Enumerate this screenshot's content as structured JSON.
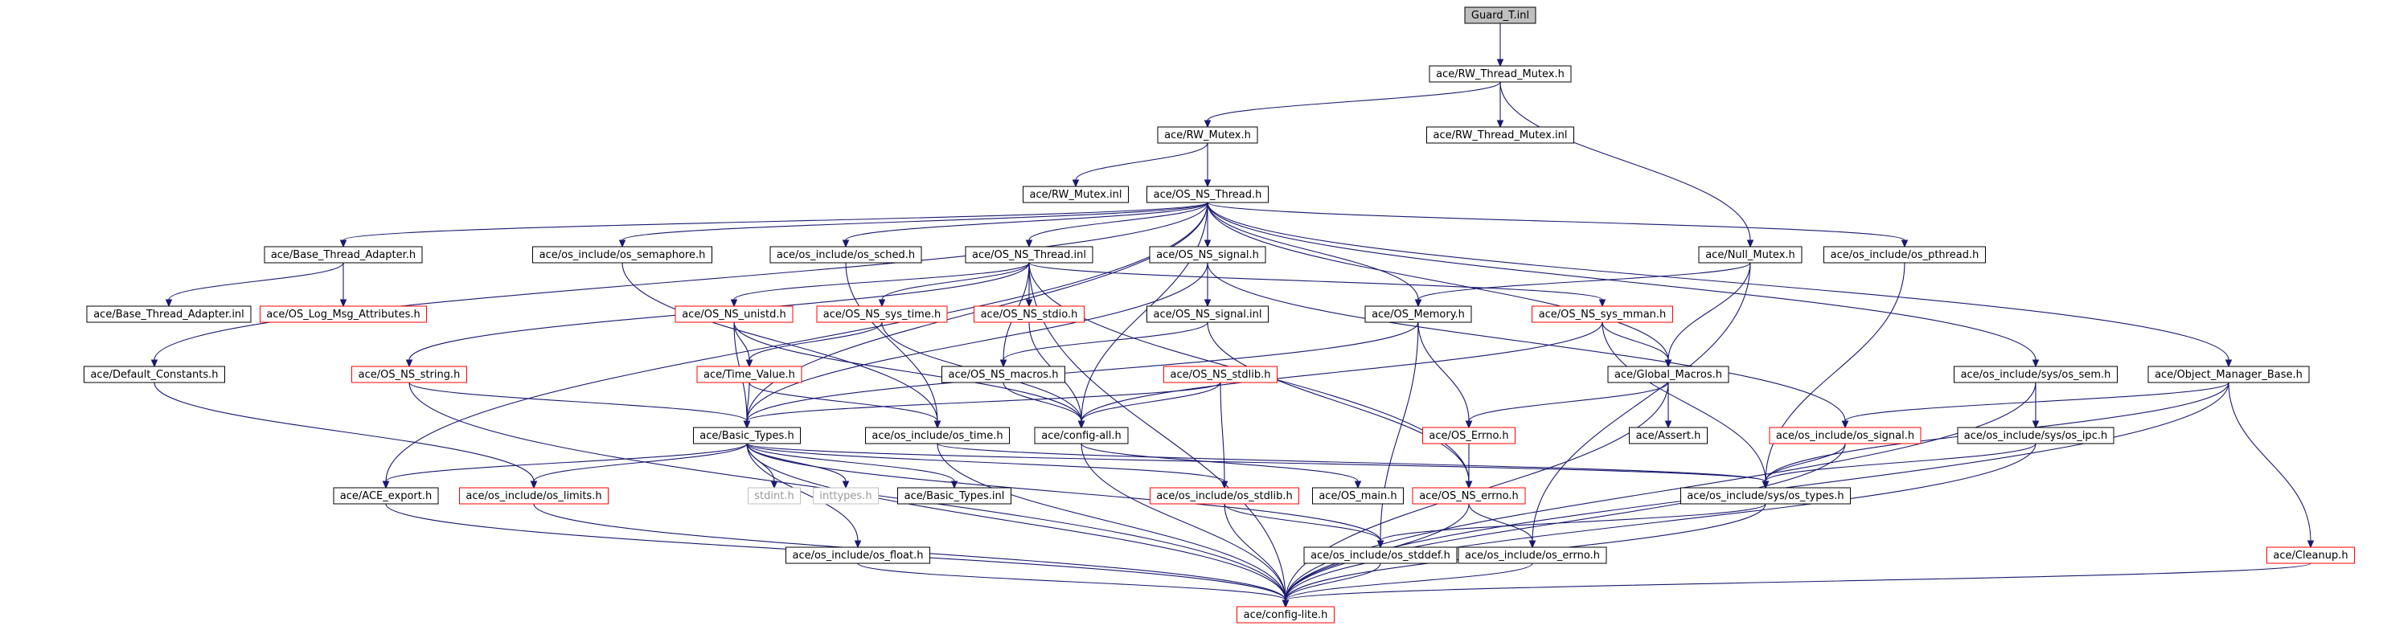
{
  "colors": {
    "edge": "#191970",
    "node_border_default": "#000000",
    "node_border_incomplete": "#ff0000",
    "node_border_external": "#bfbfbf",
    "root_fill": "#bfbfbf",
    "node_fill": "#ffffff"
  },
  "nodes": [
    {
      "id": "guard_t_inl",
      "label": "Guard_T.inl",
      "kind": "root"
    },
    {
      "id": "rw_thread_mutex_h",
      "label": "ace/RW_Thread_Mutex.h",
      "kind": "default"
    },
    {
      "id": "rw_mutex_h",
      "label": "ace/RW_Mutex.h",
      "kind": "default"
    },
    {
      "id": "rw_thread_mutex_inl",
      "label": "ace/RW_Thread_Mutex.inl",
      "kind": "default"
    },
    {
      "id": "rw_mutex_inl",
      "label": "ace/RW_Mutex.inl",
      "kind": "default"
    },
    {
      "id": "os_ns_thread_h",
      "label": "ace/OS_NS_Thread.h",
      "kind": "default"
    },
    {
      "id": "base_thread_adapter_h",
      "label": "ace/Base_Thread_Adapter.h",
      "kind": "default"
    },
    {
      "id": "os_semaphore_h",
      "label": "ace/os_include/os_semaphore.h",
      "kind": "default"
    },
    {
      "id": "os_sched_h",
      "label": "ace/os_include/os_sched.h",
      "kind": "default"
    },
    {
      "id": "os_ns_thread_inl",
      "label": "ace/OS_NS_Thread.inl",
      "kind": "default"
    },
    {
      "id": "os_ns_signal_h",
      "label": "ace/OS_NS_signal.h",
      "kind": "default"
    },
    {
      "id": "os_pthread_h",
      "label": "ace/os_include/os_pthread.h",
      "kind": "default"
    },
    {
      "id": "null_mutex_h",
      "label": "ace/Null_Mutex.h",
      "kind": "default"
    },
    {
      "id": "base_thread_adapter_inl",
      "label": "ace/Base_Thread_Adapter.inl",
      "kind": "default"
    },
    {
      "id": "os_log_msg_attributes_h",
      "label": "ace/OS_Log_Msg_Attributes.h",
      "kind": "incomplete"
    },
    {
      "id": "os_ns_unistd_h",
      "label": "ace/OS_NS_unistd.h",
      "kind": "incomplete"
    },
    {
      "id": "os_ns_sys_time_h",
      "label": "ace/OS_NS_sys_time.h",
      "kind": "incomplete"
    },
    {
      "id": "os_ns_stdio_h",
      "label": "ace/OS_NS_stdio.h",
      "kind": "incomplete"
    },
    {
      "id": "os_ns_signal_inl",
      "label": "ace/OS_NS_signal.inl",
      "kind": "default"
    },
    {
      "id": "os_memory_h",
      "label": "ace/OS_Memory.h",
      "kind": "default"
    },
    {
      "id": "os_ns_sys_mman_h",
      "label": "ace/OS_NS_sys_mman.h",
      "kind": "incomplete"
    },
    {
      "id": "default_constants_h",
      "label": "ace/Default_Constants.h",
      "kind": "default"
    },
    {
      "id": "os_ns_string_h",
      "label": "ace/OS_NS_string.h",
      "kind": "incomplete"
    },
    {
      "id": "time_value_h",
      "label": "ace/Time_Value.h",
      "kind": "incomplete"
    },
    {
      "id": "os_ns_macros_h",
      "label": "ace/OS_NS_macros.h",
      "kind": "default"
    },
    {
      "id": "os_ns_stdlib_h",
      "label": "ace/OS_NS_stdlib.h",
      "kind": "incomplete"
    },
    {
      "id": "global_macros_h",
      "label": "ace/Global_Macros.h",
      "kind": "default"
    },
    {
      "id": "os_sem_h",
      "label": "ace/os_include/sys/os_sem.h",
      "kind": "default"
    },
    {
      "id": "object_manager_base_h",
      "label": "ace/Object_Manager_Base.h",
      "kind": "default"
    },
    {
      "id": "basic_types_h",
      "label": "ace/Basic_Types.h",
      "kind": "default"
    },
    {
      "id": "os_time_h",
      "label": "ace/os_include/os_time.h",
      "kind": "default"
    },
    {
      "id": "config_all_h",
      "label": "ace/config-all.h",
      "kind": "default"
    },
    {
      "id": "os_errno_h",
      "label": "ace/OS_Errno.h",
      "kind": "incomplete"
    },
    {
      "id": "assert_h",
      "label": "ace/Assert.h",
      "kind": "default"
    },
    {
      "id": "os_signal_h",
      "label": "ace/os_include/os_signal.h",
      "kind": "incomplete"
    },
    {
      "id": "os_ipc_h",
      "label": "ace/os_include/sys/os_ipc.h",
      "kind": "default"
    },
    {
      "id": "ace_export_h",
      "label": "ace/ACE_export.h",
      "kind": "default"
    },
    {
      "id": "os_limits_h",
      "label": "ace/os_include/os_limits.h",
      "kind": "incomplete"
    },
    {
      "id": "stdint_h",
      "label": "stdint.h",
      "kind": "external"
    },
    {
      "id": "inttypes_h",
      "label": "inttypes.h",
      "kind": "external"
    },
    {
      "id": "basic_types_inl",
      "label": "ace/Basic_Types.inl",
      "kind": "default"
    },
    {
      "id": "os_stdlib_h",
      "label": "ace/os_include/os_stdlib.h",
      "kind": "incomplete"
    },
    {
      "id": "os_main_h",
      "label": "ace/OS_main.h",
      "kind": "default"
    },
    {
      "id": "os_ns_errno_h",
      "label": "ace/OS_NS_errno.h",
      "kind": "incomplete"
    },
    {
      "id": "sys_os_types_h",
      "label": "ace/os_include/sys/os_types.h",
      "kind": "default"
    },
    {
      "id": "os_float_h",
      "label": "ace/os_include/os_float.h",
      "kind": "default"
    },
    {
      "id": "os_stddef_h",
      "label": "ace/os_include/os_stddef.h",
      "kind": "default"
    },
    {
      "id": "os_errno_inc_h",
      "label": "ace/os_include/os_errno.h",
      "kind": "default"
    },
    {
      "id": "cleanup_h",
      "label": "ace/Cleanup.h",
      "kind": "incomplete"
    },
    {
      "id": "config_lite_h",
      "label": "ace/config-lite.h",
      "kind": "incomplete"
    }
  ],
  "edges": [
    [
      "guard_t_inl",
      "rw_thread_mutex_h"
    ],
    [
      "rw_thread_mutex_h",
      "rw_mutex_h"
    ],
    [
      "rw_thread_mutex_h",
      "rw_thread_mutex_inl"
    ],
    [
      "rw_thread_mutex_h",
      "null_mutex_h"
    ],
    [
      "rw_mutex_h",
      "rw_mutex_inl"
    ],
    [
      "rw_mutex_h",
      "os_ns_thread_h"
    ],
    [
      "os_ns_thread_h",
      "base_thread_adapter_h"
    ],
    [
      "os_ns_thread_h",
      "os_semaphore_h"
    ],
    [
      "os_ns_thread_h",
      "os_sched_h"
    ],
    [
      "os_ns_thread_h",
      "os_ns_thread_inl"
    ],
    [
      "os_ns_thread_h",
      "os_ns_signal_h"
    ],
    [
      "os_ns_thread_h",
      "os_pthread_h"
    ],
    [
      "os_ns_thread_h",
      "os_memory_h"
    ],
    [
      "os_ns_thread_h",
      "global_macros_h"
    ],
    [
      "os_ns_thread_h",
      "os_sem_h"
    ],
    [
      "os_ns_thread_h",
      "object_manager_base_h"
    ],
    [
      "os_ns_thread_h",
      "default_constants_h"
    ],
    [
      "os_ns_thread_h",
      "basic_types_h"
    ],
    [
      "os_ns_thread_h",
      "config_all_h"
    ],
    [
      "os_ns_thread_h",
      "ace_export_h"
    ],
    [
      "base_thread_adapter_h",
      "base_thread_adapter_inl"
    ],
    [
      "base_thread_adapter_h",
      "os_log_msg_attributes_h"
    ],
    [
      "os_semaphore_h",
      "os_time_h"
    ],
    [
      "os_sched_h",
      "os_time_h"
    ],
    [
      "os_ns_thread_inl",
      "os_ns_unistd_h"
    ],
    [
      "os_ns_thread_inl",
      "os_ns_sys_time_h"
    ],
    [
      "os_ns_thread_inl",
      "os_ns_stdio_h"
    ],
    [
      "os_ns_thread_inl",
      "os_ns_sys_mman_h"
    ],
    [
      "os_ns_thread_inl",
      "os_ns_string_h"
    ],
    [
      "os_ns_thread_inl",
      "os_ns_macros_h"
    ],
    [
      "os_ns_thread_inl",
      "os_ns_errno_h"
    ],
    [
      "os_ns_thread_inl",
      "config_lite_h"
    ],
    [
      "os_ns_signal_h",
      "os_ns_signal_inl"
    ],
    [
      "os_ns_signal_h",
      "os_signal_h"
    ],
    [
      "os_ns_signal_h",
      "basic_types_h"
    ],
    [
      "os_ns_signal_inl",
      "os_ns_macros_h"
    ],
    [
      "os_ns_signal_inl",
      "os_ns_errno_h"
    ],
    [
      "os_pthread_h",
      "sys_os_types_h"
    ],
    [
      "null_mutex_h",
      "os_memory_h"
    ],
    [
      "null_mutex_h",
      "global_macros_h"
    ],
    [
      "null_mutex_h",
      "os_errno_inc_h"
    ],
    [
      "os_ns_unistd_h",
      "time_value_h"
    ],
    [
      "os_ns_unistd_h",
      "basic_types_h"
    ],
    [
      "os_ns_unistd_h",
      "config_all_h"
    ],
    [
      "os_ns_sys_time_h",
      "time_value_h"
    ],
    [
      "os_ns_sys_time_h",
      "config_all_h"
    ],
    [
      "os_ns_stdio_h",
      "config_all_h"
    ],
    [
      "os_memory_h",
      "os_errno_h"
    ],
    [
      "os_memory_h",
      "basic_types_h"
    ],
    [
      "os_memory_h",
      "os_stddef_h"
    ],
    [
      "os_ns_sys_mman_h",
      "global_macros_h"
    ],
    [
      "os_ns_sys_mman_h",
      "config_all_h"
    ],
    [
      "os_ns_sys_mman_h",
      "sys_os_types_h"
    ],
    [
      "default_constants_h",
      "os_limits_h"
    ],
    [
      "os_ns_string_h",
      "basic_types_h"
    ],
    [
      "os_ns_string_h",
      "config_lite_h"
    ],
    [
      "time_value_h",
      "basic_types_h"
    ],
    [
      "time_value_h",
      "os_time_h"
    ],
    [
      "os_ns_macros_h",
      "config_all_h"
    ],
    [
      "os_ns_stdlib_h",
      "basic_types_h"
    ],
    [
      "os_ns_stdlib_h",
      "os_stdlib_h"
    ],
    [
      "os_ns_stdlib_h",
      "config_all_h"
    ],
    [
      "global_macros_h",
      "os_errno_h"
    ],
    [
      "global_macros_h",
      "assert_h"
    ],
    [
      "global_macros_h",
      "config_lite_h"
    ],
    [
      "os_sem_h",
      "os_ipc_h"
    ],
    [
      "os_sem_h",
      "config_lite_h"
    ],
    [
      "object_manager_base_h",
      "os_signal_h"
    ],
    [
      "object_manager_base_h",
      "cleanup_h"
    ],
    [
      "object_manager_base_h",
      "sys_os_types_h"
    ],
    [
      "object_manager_base_h",
      "config_lite_h"
    ],
    [
      "basic_types_h",
      "ace_export_h"
    ],
    [
      "basic_types_h",
      "os_limits_h"
    ],
    [
      "basic_types_h",
      "stdint_h"
    ],
    [
      "basic_types_h",
      "inttypes_h"
    ],
    [
      "basic_types_h",
      "basic_types_inl"
    ],
    [
      "basic_types_h",
      "os_stdlib_h"
    ],
    [
      "basic_types_h",
      "os_float_h"
    ],
    [
      "basic_types_h",
      "os_stddef_h"
    ],
    [
      "basic_types_h",
      "sys_os_types_h"
    ],
    [
      "basic_types_h",
      "config_lite_h"
    ],
    [
      "os_time_h",
      "sys_os_types_h"
    ],
    [
      "os_time_h",
      "config_lite_h"
    ],
    [
      "config_all_h",
      "os_main_h"
    ],
    [
      "config_all_h",
      "config_lite_h"
    ],
    [
      "os_errno_h",
      "os_ns_errno_h"
    ],
    [
      "os_signal_h",
      "sys_os_types_h"
    ],
    [
      "os_signal_h",
      "config_lite_h"
    ],
    [
      "os_ipc_h",
      "sys_os_types_h"
    ],
    [
      "os_ipc_h",
      "config_lite_h"
    ],
    [
      "ace_export_h",
      "config_lite_h"
    ],
    [
      "os_limits_h",
      "config_lite_h"
    ],
    [
      "os_stdlib_h",
      "os_stddef_h"
    ],
    [
      "os_stdlib_h",
      "config_lite_h"
    ],
    [
      "os_ns_errno_h",
      "os_errno_inc_h"
    ],
    [
      "os_ns_errno_h",
      "config_lite_h"
    ],
    [
      "sys_os_types_h",
      "os_stddef_h"
    ],
    [
      "sys_os_types_h",
      "config_lite_h"
    ],
    [
      "os_float_h",
      "config_lite_h"
    ],
    [
      "os_stddef_h",
      "config_lite_h"
    ],
    [
      "os_errno_inc_h",
      "config_lite_h"
    ],
    [
      "cleanup_h",
      "config_lite_h"
    ]
  ]
}
